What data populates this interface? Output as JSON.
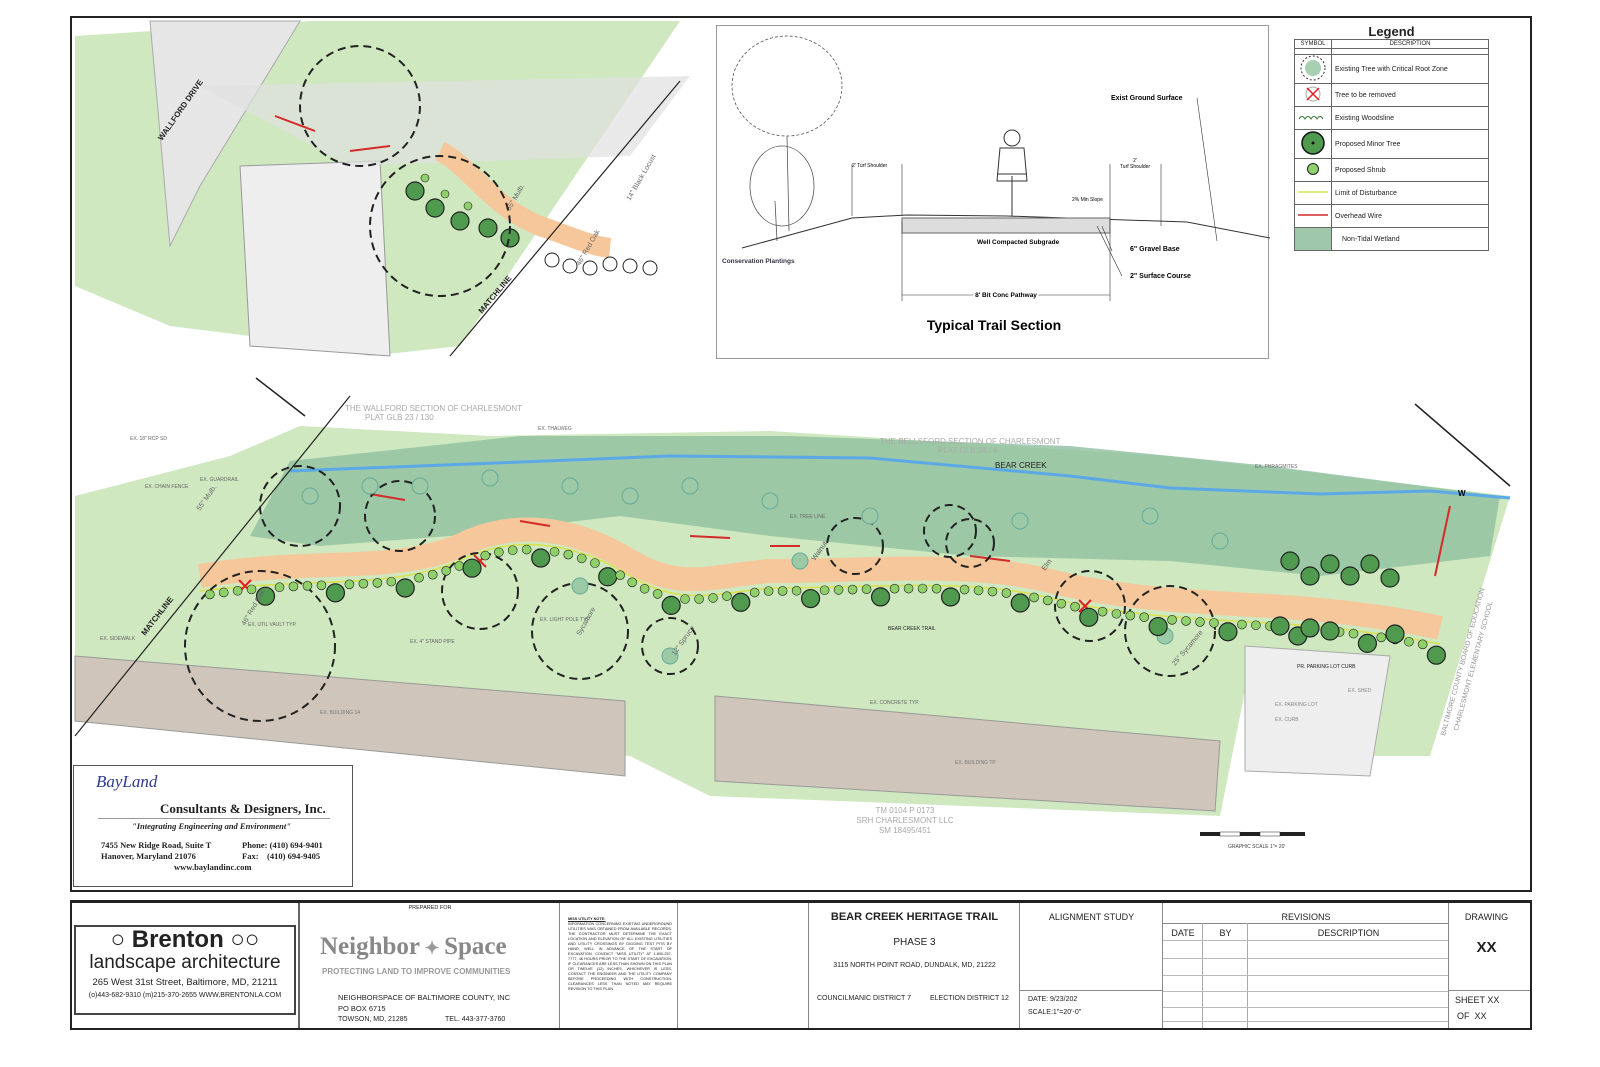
{
  "plan": {
    "labels": {
      "wallford_drive": "WALLFORD DRIVE",
      "matchline_top": "MATCHLINE",
      "matchline_main": "MATCHLINE",
      "wallford_section": "THE WALLFORD SECTION OF CHARLESMONT",
      "wallford_plat": "PLAT GLB 23 / 130",
      "bellsford_section": "THE BELLSFORD SECTION OF CHARLESMONT",
      "bellsford_plat": "PLAT GLB 24 / 6",
      "bear_creek": "BEAR CREEK",
      "bear_creek_trail": "BEAR CREEK TRAIL",
      "parking_curb": "PR. PARKING LOT CURB",
      "parking_lot": "EX. PARKING LOT",
      "ex_curb": "EX. CURB",
      "ex_shed": "EX. SHED",
      "ex_building": "EX. BUILDING TP",
      "ex_building_14": "EX. BUILDING 14",
      "ex_thalweg": "EX. THALWEG",
      "ex_phragmites": "EX. PHRAGMITES",
      "ex_tree_line": "EX. TREE LINE",
      "ex_chain_fence": "EX. CHAIN FENCE",
      "ex_guardrail": "EX. GUARDRAIL",
      "ex_sidewalk": "EX. SIDEWALK",
      "ex_stand_pipe": "EX. 4\" STAND PIPE",
      "ex_rcp_sd": "EX. 18\" RCP SD",
      "ex_util_vault": "EX. UTIL VAULT TYP.",
      "ex_concrete": "EX. CONCRETE TYP.",
      "ex_light_pole": "EX. LIGHT POLE TYP.",
      "tree_sycamore": "Sycamore",
      "tree_sycamore_25": "25\" Sycamore",
      "tree_spruce": "12\" Spruce",
      "tree_red_oak": "46\" Red Oak",
      "tree_mulberry": "55\" Mulb.",
      "tree_walnut": "Walnut",
      "tree_elm": "Elm",
      "tree_locust": "14\" Black Locust",
      "school": "BALTIMORE COUNTY BOARD OF EDUCATION",
      "school_name": "CHARLESMONT ELEMENTARY SCHOOL",
      "tm_line1": "TM 0104 P 0173",
      "tm_line2": "SRH CHARLESMONT LLC",
      "tm_line3": "SM 18495/451",
      "graphic_scale": "GRAPHIC SCALE 1\"= 20'",
      "north_w": "W"
    }
  },
  "section": {
    "title": "Typical Trail Section",
    "exist_ground": "Exist Ground Surface",
    "turf_left": "2' Turf Shoulder",
    "turf_right_1": "2'",
    "turf_right_2": "Turf Shoulder",
    "slope": "2% Min Slope",
    "subgrade": "Well Compacted Subgrade",
    "gravel": "6\" Gravel Base",
    "surface": "2\" Surface Course",
    "pathway": "8' Bit Conc Pathway",
    "conservation": "Conservation Plantings"
  },
  "legend": {
    "title": "Legend",
    "col_symbol": "SYMBOL",
    "col_description": "DESCRIPTION",
    "items": [
      {
        "icon": "existing-tree-icon",
        "label": "Existing Tree with Critical Root Zone"
      },
      {
        "icon": "tree-removed-icon",
        "label": "Tree to be removed"
      },
      {
        "icon": "woodsline-icon",
        "label": "Existing Woodsline"
      },
      {
        "icon": "minor-tree-icon",
        "label": "Proposed Minor Tree"
      },
      {
        "icon": "shrub-icon",
        "label": "Proposed Shrub"
      },
      {
        "icon": "limit-disturbance-icon",
        "label": "Limit of Disturbance"
      },
      {
        "icon": "overhead-wire-icon",
        "label": "Overhead Wire"
      },
      {
        "icon": "wetland-icon",
        "label": "Non-Tidal Wetland"
      }
    ]
  },
  "bayland": {
    "logo_text": "BayLand",
    "company": "Consultants & Designers, Inc.",
    "tagline": "\"Integrating Engineering and Environment\"",
    "address1": "7455 New Ridge Road, Suite T",
    "address2": "Hanover, Maryland 21076",
    "phone_label": "Phone:",
    "phone": "(410) 694-9401",
    "fax_label": "Fax:",
    "fax": "(410) 694-9405",
    "website": "www.baylandinc.com"
  },
  "title_block": {
    "brenton": {
      "name": "Brenton",
      "subtitle": "landscape architecture",
      "address": "265 West 31st Street, Baltimore, MD, 21211",
      "contact": "(o)443-682-9310 (m)215-370-2655 WWW.BRENTONLA.COM"
    },
    "prepared_for": "PREPARED FOR",
    "client_logo_1": "Neighbor",
    "client_logo_2": "Space",
    "client_tagline": "PROTECTING LAND TO IMPROVE COMMUNITIES",
    "client_name": "NEIGHBORSPACE OF BALTIMORE COUNTY, INC",
    "client_po": "PO BOX 6715",
    "client_city": "TOWSON, MD, 21285",
    "client_tel": "TEL. 443-377-3760",
    "utility_title": "MISS UTILITY NOTE:",
    "utility_note": "INFORMATION CONCERNING EXISTING UNDERGROUND UTILITIES WAS OBTAINED FROM AVAILABLE RECORDS. THE CONTRACTOR MUST DETERMINE THE EXACT LOCATION AND ELEVATION OF ALL EXISTING UTILITIES AND UTILITY CROSSINGS BY DIGGING TEST PITS BY HAND, WELL IN ADVANCE OF THE START OF EXCAVATION. CONTACT \"MISS UTILITY\" AT 1-800-257-7777, 48 HOURS PRIOR TO THE START OF EXCAVATION. IF CLEARANCES ARE LESS THAN SHOWN ON THIS PLAN OR TWELVE (12) INCHES, WHICHEVER IS LESS, CONTACT THE ENGINEER AND THE UTILITY COMPANY BEFORE PROCEEDING WITH CONSTRUCTION. CLEARANCES LESS THAN NOTED MAY REQUIRE REVISION TO THIS PLAN.",
    "project": "BEAR CREEK HERITAGE TRAIL",
    "phase": "PHASE 3",
    "address": "3115 NORTH POINT ROAD, DUNDALK, MD, 21222",
    "council": "COUNCILMANIC DISTRICT 7",
    "election": "ELECTION DISTRICT 12",
    "study": "ALIGNMENT STUDY",
    "date": "DATE: 9/23/202",
    "scale": "SCALE:1\"=20'-0\"",
    "revisions": "REVISIONS",
    "rev_date": "DATE",
    "rev_by": "BY",
    "rev_desc": "DESCRIPTION",
    "drawing_label": "DRAWING",
    "drawing_no": "XX",
    "sheet": "SHEET XX",
    "of": "OF  XX"
  },
  "colors": {
    "lawn": "#cfe8c0",
    "wetland": "#8fbf9f",
    "creek": "#5aa9e6",
    "trail": "#f6c79a",
    "building": "#cfc5ba",
    "tree": "#4f9a4f",
    "shrub": "#8fd06a",
    "wire": "#d42a2a",
    "lod": "#d9e24a"
  }
}
